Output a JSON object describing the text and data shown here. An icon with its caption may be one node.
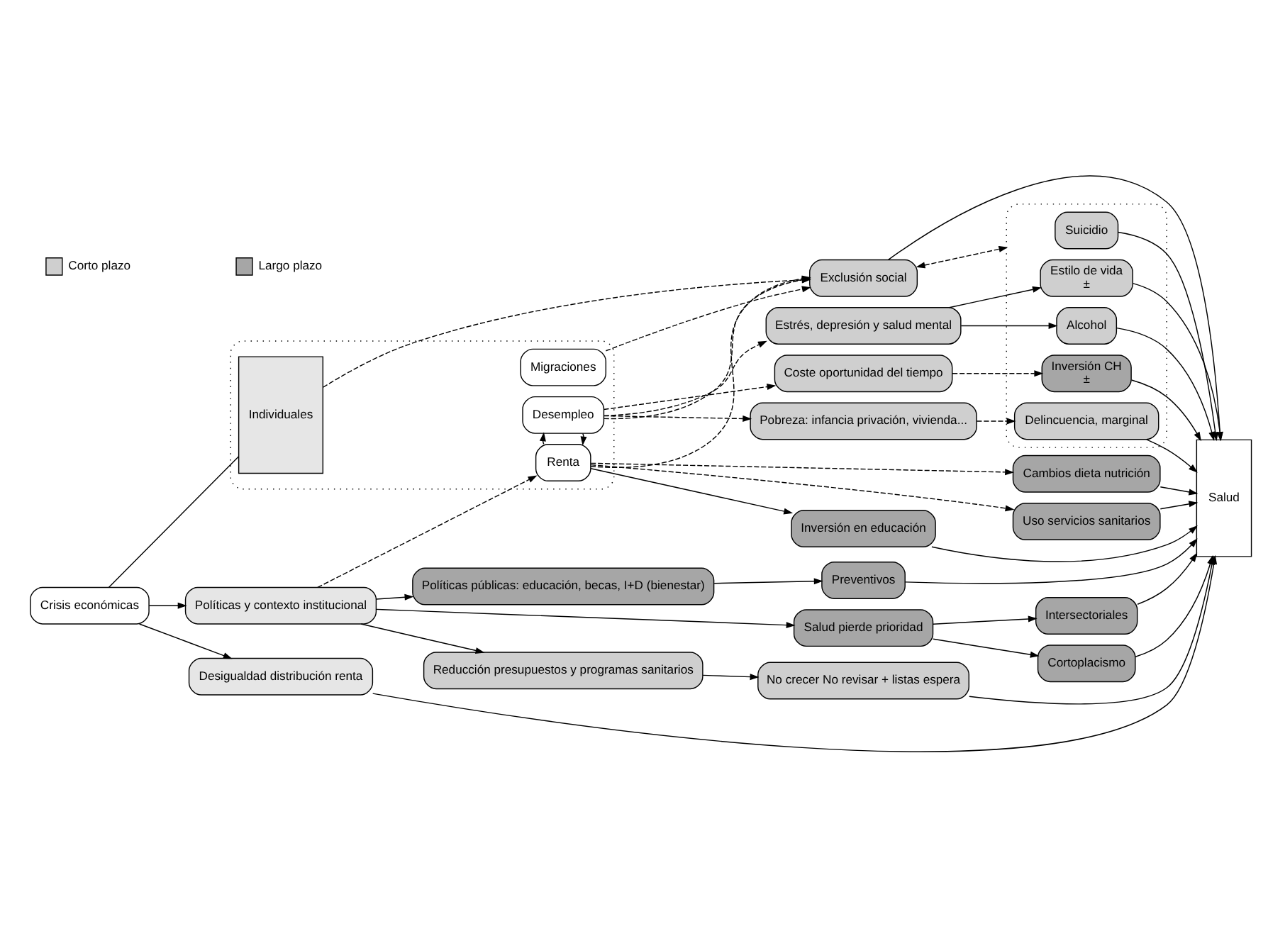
{
  "diagram": {
    "nodes": [
      {
        "text": [
          "Crisis económicas"
        ]
      },
      {
        "text": [],
        "shape": "box"
      },
      {
        "text": [
          "Individuales"
        ],
        "in": 1
      },
      {
        "text": [
          "Migraciones"
        ],
        "in": 1
      },
      {
        "text": [
          "Desempleo"
        ],
        "in": 1
      },
      {
        "text": [
          "Renta"
        ],
        "in": 1
      },
      {
        "text": [
          "Exclusión social"
        ]
      },
      {
        "text": [
          "Estrés, depresión y salud mental"
        ]
      },
      {
        "text": [
          "Coste oportunidad del tiempo"
        ]
      },
      {
        "text": [
          "Pobreza: infancia privación, vivienda..."
        ]
      },
      {
        "text": [
          "Cambios dieta nutrición"
        ]
      },
      {
        "text": [
          "Uso servicios sanitarios"
        ]
      },
      {
        "text": [
          "Inversión en educación"
        ]
      },
      {
        "text": [],
        "shape": "box"
      },
      {
        "text": [
          "Suicidio"
        ],
        "in": 13
      },
      {
        "text": [
          "Alcohol"
        ],
        "in": 13
      },
      {
        "text": [
          "Estilo de vida",
          "±"
        ],
        "in": 13
      },
      {
        "text": [
          "Inversión CH",
          "±"
        ],
        "in": 13
      },
      {
        "text": [
          "Delincuencia, marginal"
        ],
        "in": 13
      },
      {
        "text": [
          "Salud"
        ]
      },
      {
        "text": [
          "Políticas y contexto institucional"
        ]
      },
      {
        "text": [
          "Salud pierde prioridad"
        ]
      },
      {
        "text": [
          "Intersectoriales"
        ]
      },
      {
        "text": [
          "Cortoplacismo"
        ]
      },
      {
        "text": [
          "Reducción presupuestos y programas sanitarios"
        ]
      },
      {
        "text": [
          "No crecer No revisar + listas espera"
        ]
      },
      {
        "text": [
          "Políticas públicas: educación, becas, I+D (bienestar)"
        ]
      },
      {
        "text": [
          "Preventivos"
        ]
      },
      {
        "text": [
          "Desigualdad distribución renta"
        ]
      }
    ],
    "edges": [
      {
        "from": 0,
        "to": 2,
        "arrow": "none"
      },
      {
        "from": 0,
        "to": 20,
        "arrow": "to"
      },
      {
        "from": 0,
        "to": 28,
        "arrow": "to"
      },
      {
        "from": 2,
        "to": 6,
        "arrow": "to",
        "style": "dashed"
      },
      {
        "from": 3,
        "to": 6,
        "arrow": "to",
        "style": "dashed"
      },
      {
        "from": 4,
        "to": 6,
        "arrow": "to",
        "style": "dashed"
      },
      {
        "from": 5,
        "to": 6,
        "arrow": "to",
        "style": "dashed"
      },
      {
        "from": 4,
        "to": 7,
        "arrow": "to",
        "style": "dashed"
      },
      {
        "from": 4,
        "to": 8,
        "arrow": "to",
        "style": "dashed"
      },
      {
        "from": 4,
        "to": 9,
        "arrow": "to",
        "style": "dashed"
      },
      {
        "from": 4,
        "to": 5,
        "arrow": "to",
        "style": "dashed"
      },
      {
        "from": 5,
        "to": 4,
        "arrow": "to",
        "style": "dashed"
      },
      {
        "from": 5,
        "to": 10,
        "arrow": "to",
        "style": "dashed"
      },
      {
        "from": 5,
        "to": 11,
        "arrow": "to",
        "style": "dashed"
      },
      {
        "from": 5,
        "to": 12,
        "arrow": "to"
      },
      {
        "from": 20,
        "to": 5,
        "arrow": "to",
        "style": "dashed"
      },
      {
        "from": 6,
        "to": 19,
        "arrow": "to"
      },
      {
        "from": 6,
        "to": 13,
        "arrow": "both",
        "style": "dashed"
      },
      {
        "from": 7,
        "to": 15,
        "arrow": "to"
      },
      {
        "from": 7,
        "to": 16,
        "arrow": "to"
      },
      {
        "from": 8,
        "to": 17,
        "arrow": "to",
        "style": "dashed"
      },
      {
        "from": 9,
        "to": 18,
        "arrow": "to",
        "style": "dashed"
      },
      {
        "from": 14,
        "to": 19,
        "arrow": "to"
      },
      {
        "from": 15,
        "to": 19,
        "arrow": "to"
      },
      {
        "from": 16,
        "to": 19,
        "arrow": "to"
      },
      {
        "from": 17,
        "to": 19,
        "arrow": "to"
      },
      {
        "from": 18,
        "to": 19,
        "arrow": "to"
      },
      {
        "from": 10,
        "to": 19,
        "arrow": "to"
      },
      {
        "from": 11,
        "to": 19,
        "arrow": "to"
      },
      {
        "from": 12,
        "to": 19,
        "arrow": "to"
      },
      {
        "from": 20,
        "to": 21,
        "arrow": "to"
      },
      {
        "from": 21,
        "to": 22,
        "arrow": "to"
      },
      {
        "from": 21,
        "to": 23,
        "arrow": "to"
      },
      {
        "from": 22,
        "to": 19,
        "arrow": "to"
      },
      {
        "from": 23,
        "to": 19,
        "arrow": "to"
      },
      {
        "from": 20,
        "to": 24,
        "arrow": "to"
      },
      {
        "from": 20,
        "to": 26,
        "arrow": "to"
      },
      {
        "from": 24,
        "to": 25,
        "arrow": "to"
      },
      {
        "from": 25,
        "to": 19,
        "arrow": "to"
      },
      {
        "from": 26,
        "to": 27,
        "arrow": "to"
      },
      {
        "from": 27,
        "to": 19,
        "arrow": "to"
      },
      {
        "from": 28,
        "to": 19,
        "arrow": "to"
      }
    ],
    "legend": [
      {
        "text": "Corto plazo",
        "color": "#cfcfcf"
      },
      {
        "text": "Largo plazo",
        "color": "#a6a6a6"
      }
    ]
  }
}
